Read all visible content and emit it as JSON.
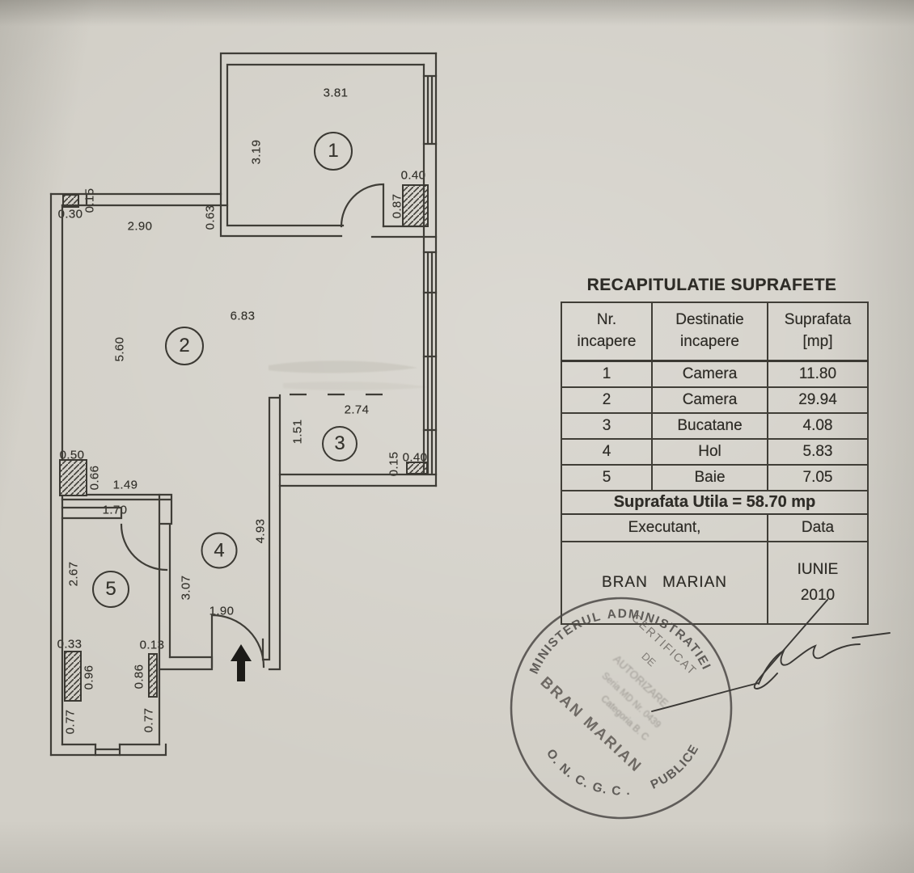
{
  "colors": {
    "paper": "#d2cfc7",
    "ink": "#3f3d37"
  },
  "plan": {
    "room_numbers": [
      "1",
      "2",
      "3",
      "4",
      "5"
    ],
    "dims": [
      "3.81",
      "3.19",
      "0.40",
      "0.87",
      "0.30",
      "0.15",
      "2.90",
      "0.63",
      "6.83",
      "5.60",
      "2.74",
      "1.51",
      "0.15",
      "0.40",
      "0.50",
      "0.66",
      "1.49",
      "1.70",
      "2.67",
      "3.07",
      "4.93",
      "1.90",
      "0.33",
      "0.96",
      "0.13",
      "0.86",
      "0.77",
      "0.77"
    ]
  },
  "table": {
    "title": "RECAPITULATIE SUPRAFETE",
    "col1_h1": "Nr.",
    "col1_h2": "incapere",
    "col2_h1": "Destinatie",
    "col2_h2": "incapere",
    "col3_h1": "Suprafata",
    "col3_h2": "[mp]",
    "rows": [
      {
        "nr": "1",
        "dest": "Camera",
        "mp": "11.80"
      },
      {
        "nr": "2",
        "dest": "Camera",
        "mp": "29.94"
      },
      {
        "nr": "3",
        "dest": "Bucatane",
        "mp": "4.08"
      },
      {
        "nr": "4",
        "dest": "Hol",
        "mp": "5.83"
      },
      {
        "nr": "5",
        "dest": "Baie",
        "mp": "7.05"
      }
    ],
    "total": "Suprafata Utila = 58.70 mp",
    "executant_label": "Executant,",
    "data_label": "Data",
    "executant_value": "BRAN MARIAN",
    "date_month": "IUNIE",
    "date_year": "2010"
  },
  "stamp": {
    "ring1": "MINISTERUL",
    "ring2": "ADMINISTRATIEI",
    "ring3": "O. N. C. G. C .",
    "ring4": "PUBLICE",
    "line1": "CERTIFICAT",
    "line2": "DE",
    "line3": "AUTORIZARE",
    "line4": "Seria MD Nr. 0439",
    "line5": "Categoria B. C",
    "name": "BRAN MARIAN"
  }
}
